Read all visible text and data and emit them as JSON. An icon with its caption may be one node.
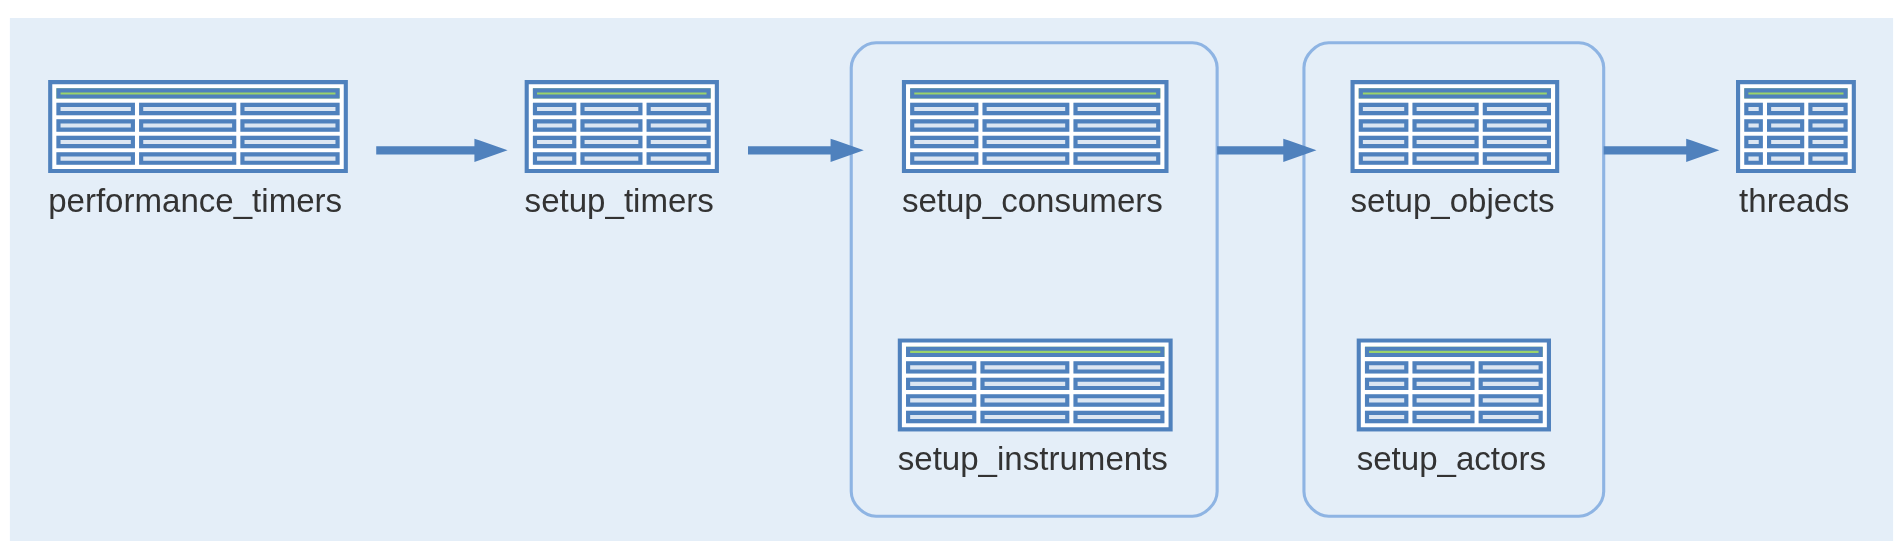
{
  "diagram": {
    "nodes": [
      {
        "text": [
          "performance_timers"
        ]
      },
      {
        "text": [
          "setup_timers"
        ]
      },
      {
        "text": [],
        "shape": "bracket"
      },
      {
        "text": [
          "setup_consumers"
        ],
        "in": 2
      },
      {
        "text": [
          "setup_instruments"
        ],
        "in": 2
      },
      {
        "text": [],
        "shape": "bracket"
      },
      {
        "text": [
          "setup_objects"
        ],
        "in": 5
      },
      {
        "text": [
          "setup_actors"
        ],
        "in": 5
      },
      {
        "text": [
          "threads"
        ]
      }
    ],
    "edges": [
      {
        "from": 0,
        "to": 1,
        "arrow": "to"
      },
      {
        "from": 1,
        "to": 2,
        "arrow": "to"
      },
      {
        "from": 2,
        "to": 5,
        "arrow": "to"
      },
      {
        "from": 5,
        "to": 8,
        "arrow": "to"
      }
    ]
  }
}
